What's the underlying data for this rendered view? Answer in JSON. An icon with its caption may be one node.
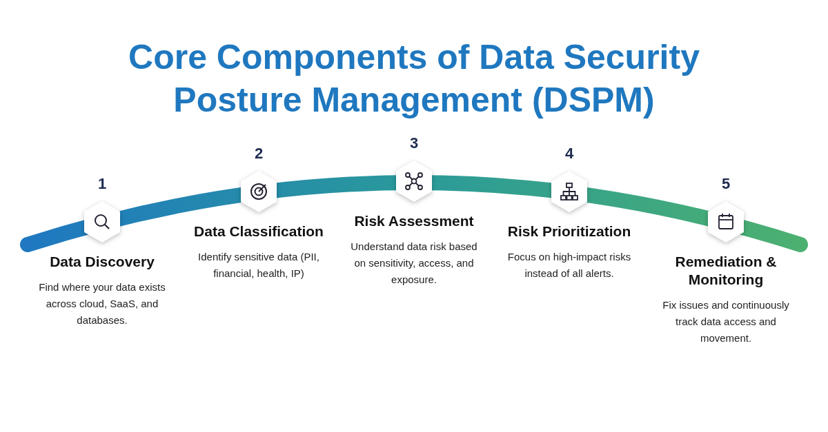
{
  "diagram": {
    "title": "Core Components of Data Security Posture Management (DSPM)",
    "nodes": [
      {
        "text": [
          "1",
          "Data Discovery",
          "Find where your data exists across cloud, SaaS, and databases."
        ]
      },
      {
        "text": [
          "2",
          "Data Classification",
          "Identify sensitive data (PII, financial, health, IP)"
        ]
      },
      {
        "text": [
          "3",
          "Risk Assessment",
          "Understand data risk based on sensitivity, access, and exposure."
        ]
      },
      {
        "text": [
          "4",
          "Risk Prioritization",
          "Focus on high-impact risks instead of all alerts."
        ]
      },
      {
        "text": [
          "5",
          "Remediation & Monitoring",
          "Fix issues and continuously track data access and movement."
        ]
      }
    ]
  }
}
